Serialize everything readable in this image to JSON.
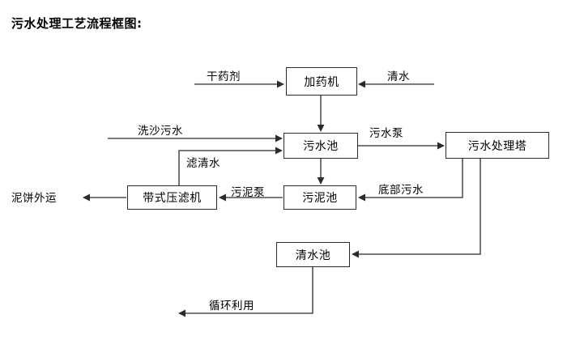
{
  "title": "污水处理工艺流程框图:",
  "colors": {
    "line": "#2b2b2b",
    "text": "#000000",
    "background": "#ffffff"
  },
  "nodes": {
    "dosing_machine": "加药机",
    "wastewater_pool": "污水池",
    "treatment_tower": "污水处理塔",
    "belt_filter_press": "带式压滤机",
    "sludge_pool": "污泥池",
    "clear_water_pool": "清水池"
  },
  "edge_labels": {
    "dry_chemical": "干药剂",
    "clean_water": "清水",
    "sand_washing_wastewater": "洗沙污水",
    "filtrate_water": "滤清水",
    "wastewater_pump": "污水泵",
    "sludge_pump": "污泥泵",
    "bottom_sewage": "底部污水",
    "recycle_use": "循环利用"
  },
  "terminals": {
    "mud_cake_transport": "泥饼外运"
  }
}
